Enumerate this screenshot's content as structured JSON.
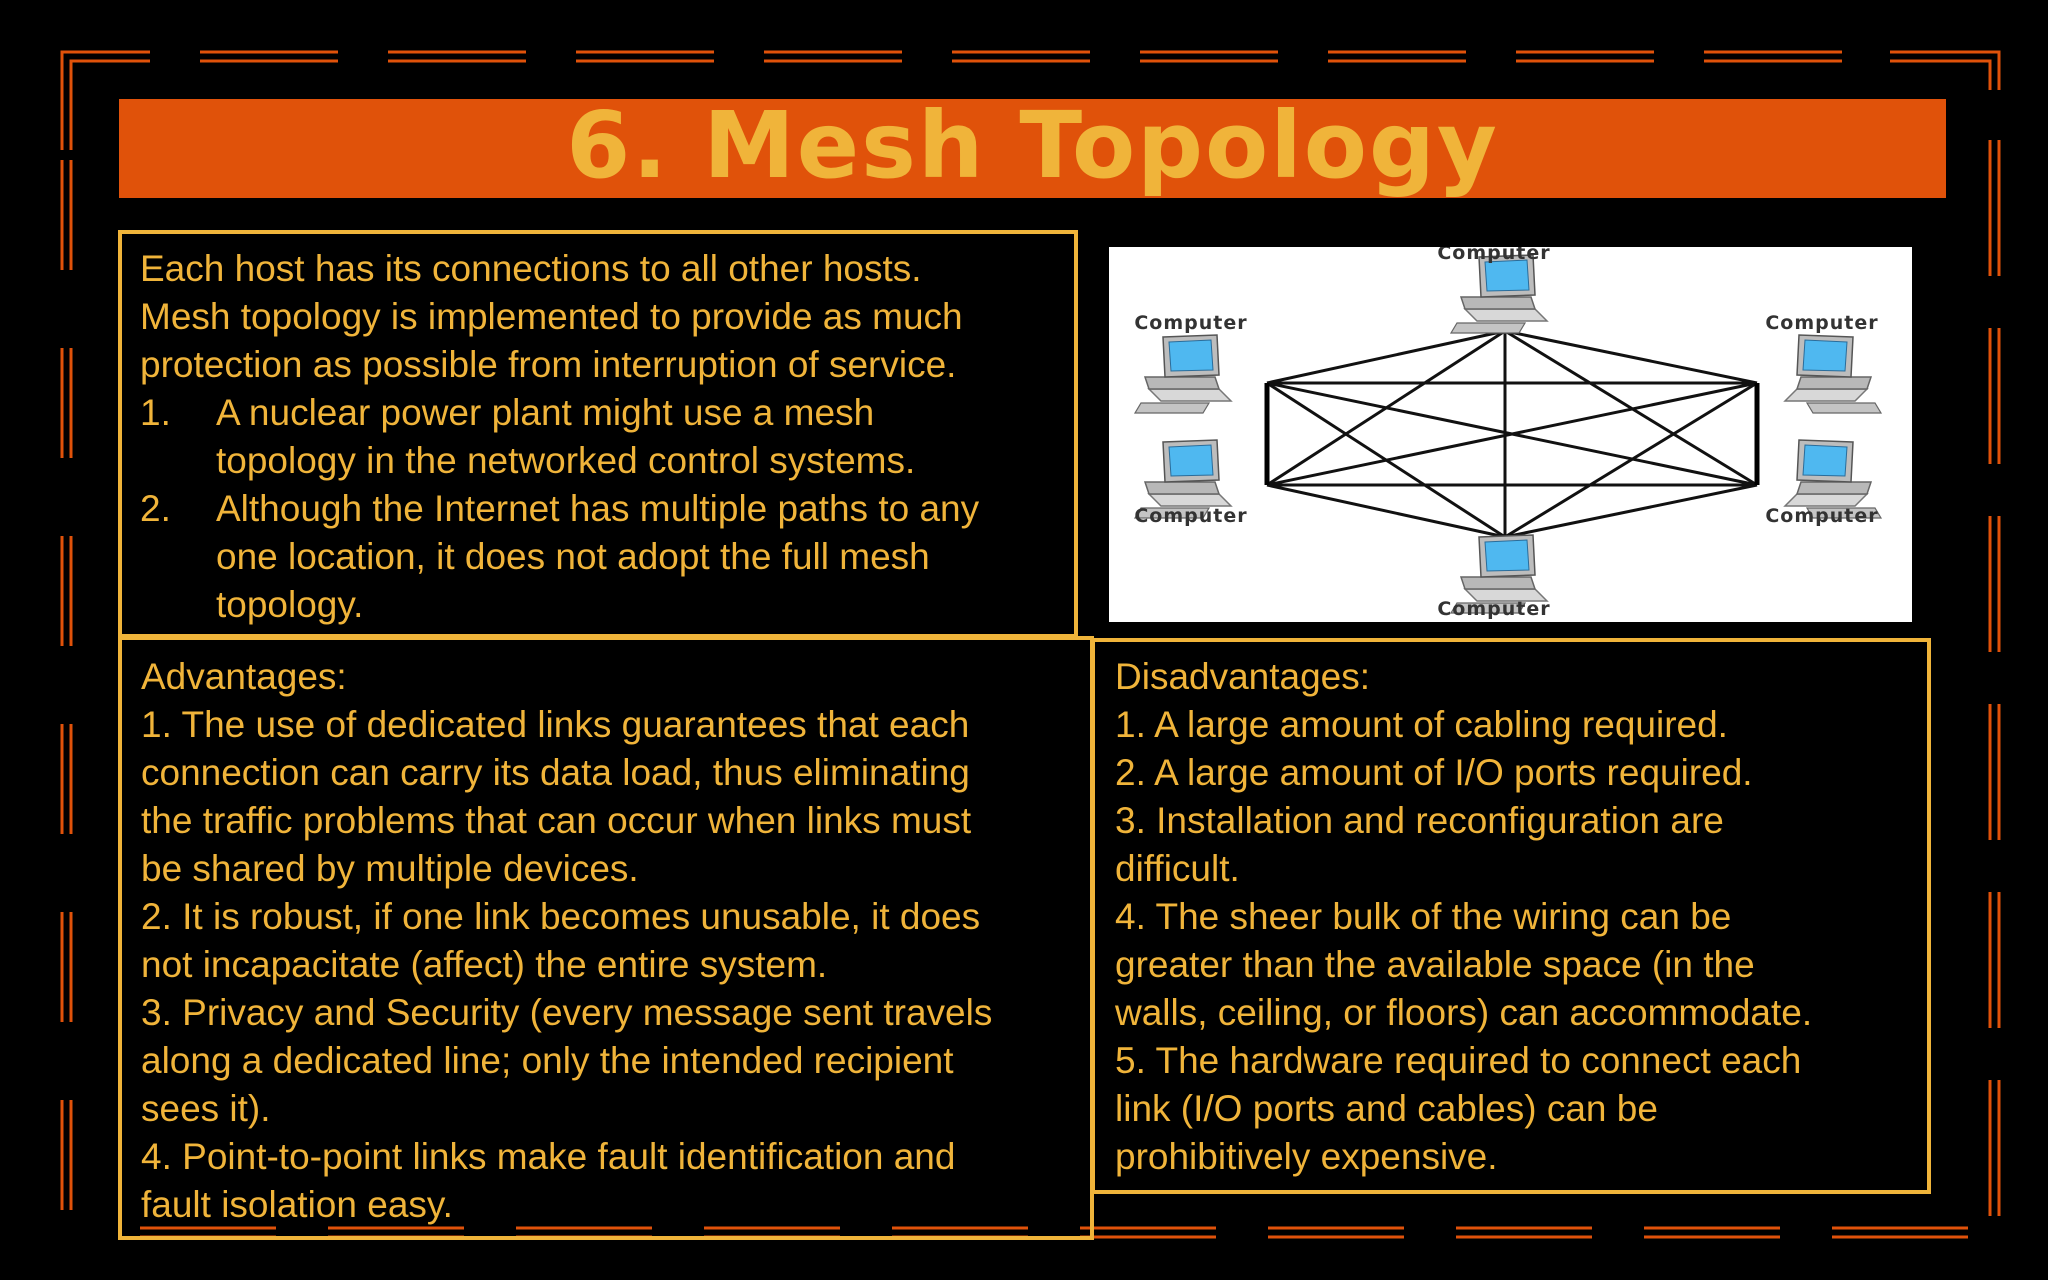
{
  "slide": {
    "title": "6. Mesh Topology"
  },
  "intro": {
    "lines": [
      "Each host has its connections to all other hosts.",
      "Mesh topology is implemented to provide as much",
      "protection as possible from interruption of service."
    ],
    "items": [
      {
        "num": "1.",
        "line1": "A nuclear power plant might use a mesh",
        "line2": "topology in the networked control systems."
      },
      {
        "num": "2.",
        "line1": "Although the Internet has multiple paths to any",
        "line2": "one location, it does  not adopt the full mesh",
        "line3": "topology."
      }
    ]
  },
  "diagram": {
    "node_label": "Computer",
    "node_count": 6,
    "screen_color": "#4FB8F0"
  },
  "advantages": {
    "heading": "Advantages:",
    "lines": [
      "1. The use of dedicated links guarantees that each",
      "connection can carry its data load, thus eliminating",
      "the traffic problems that can occur when links must",
      "be shared by multiple devices.",
      "2. It is robust, if one link becomes unusable, it does",
      "not incapacitate (affect) the entire system.",
      "3. Privacy and Security (every message sent travels",
      "along a dedicated line; only the intended recipient",
      "sees it).",
      "4. Point-to-point links make fault identification and",
      "fault isolation easy."
    ]
  },
  "disadvantages": {
    "heading": "Disadvantages:",
    "lines": [
      "1. A large amount of cabling required.",
      "2. A large amount of I/O ports required.",
      "3. Installation and reconfiguration are",
      "difficult.",
      "4. The sheer bulk of the wiring can be",
      "greater than the available space (in the",
      "walls, ceiling, or floors) can accommodate.",
      "5. The hardware required to connect each",
      "link (I/O ports and cables) can be",
      "prohibitively expensive."
    ]
  },
  "colors": {
    "background": "#000000",
    "accent_orange": "#E0520A",
    "text_gold": "#F0B43A"
  }
}
